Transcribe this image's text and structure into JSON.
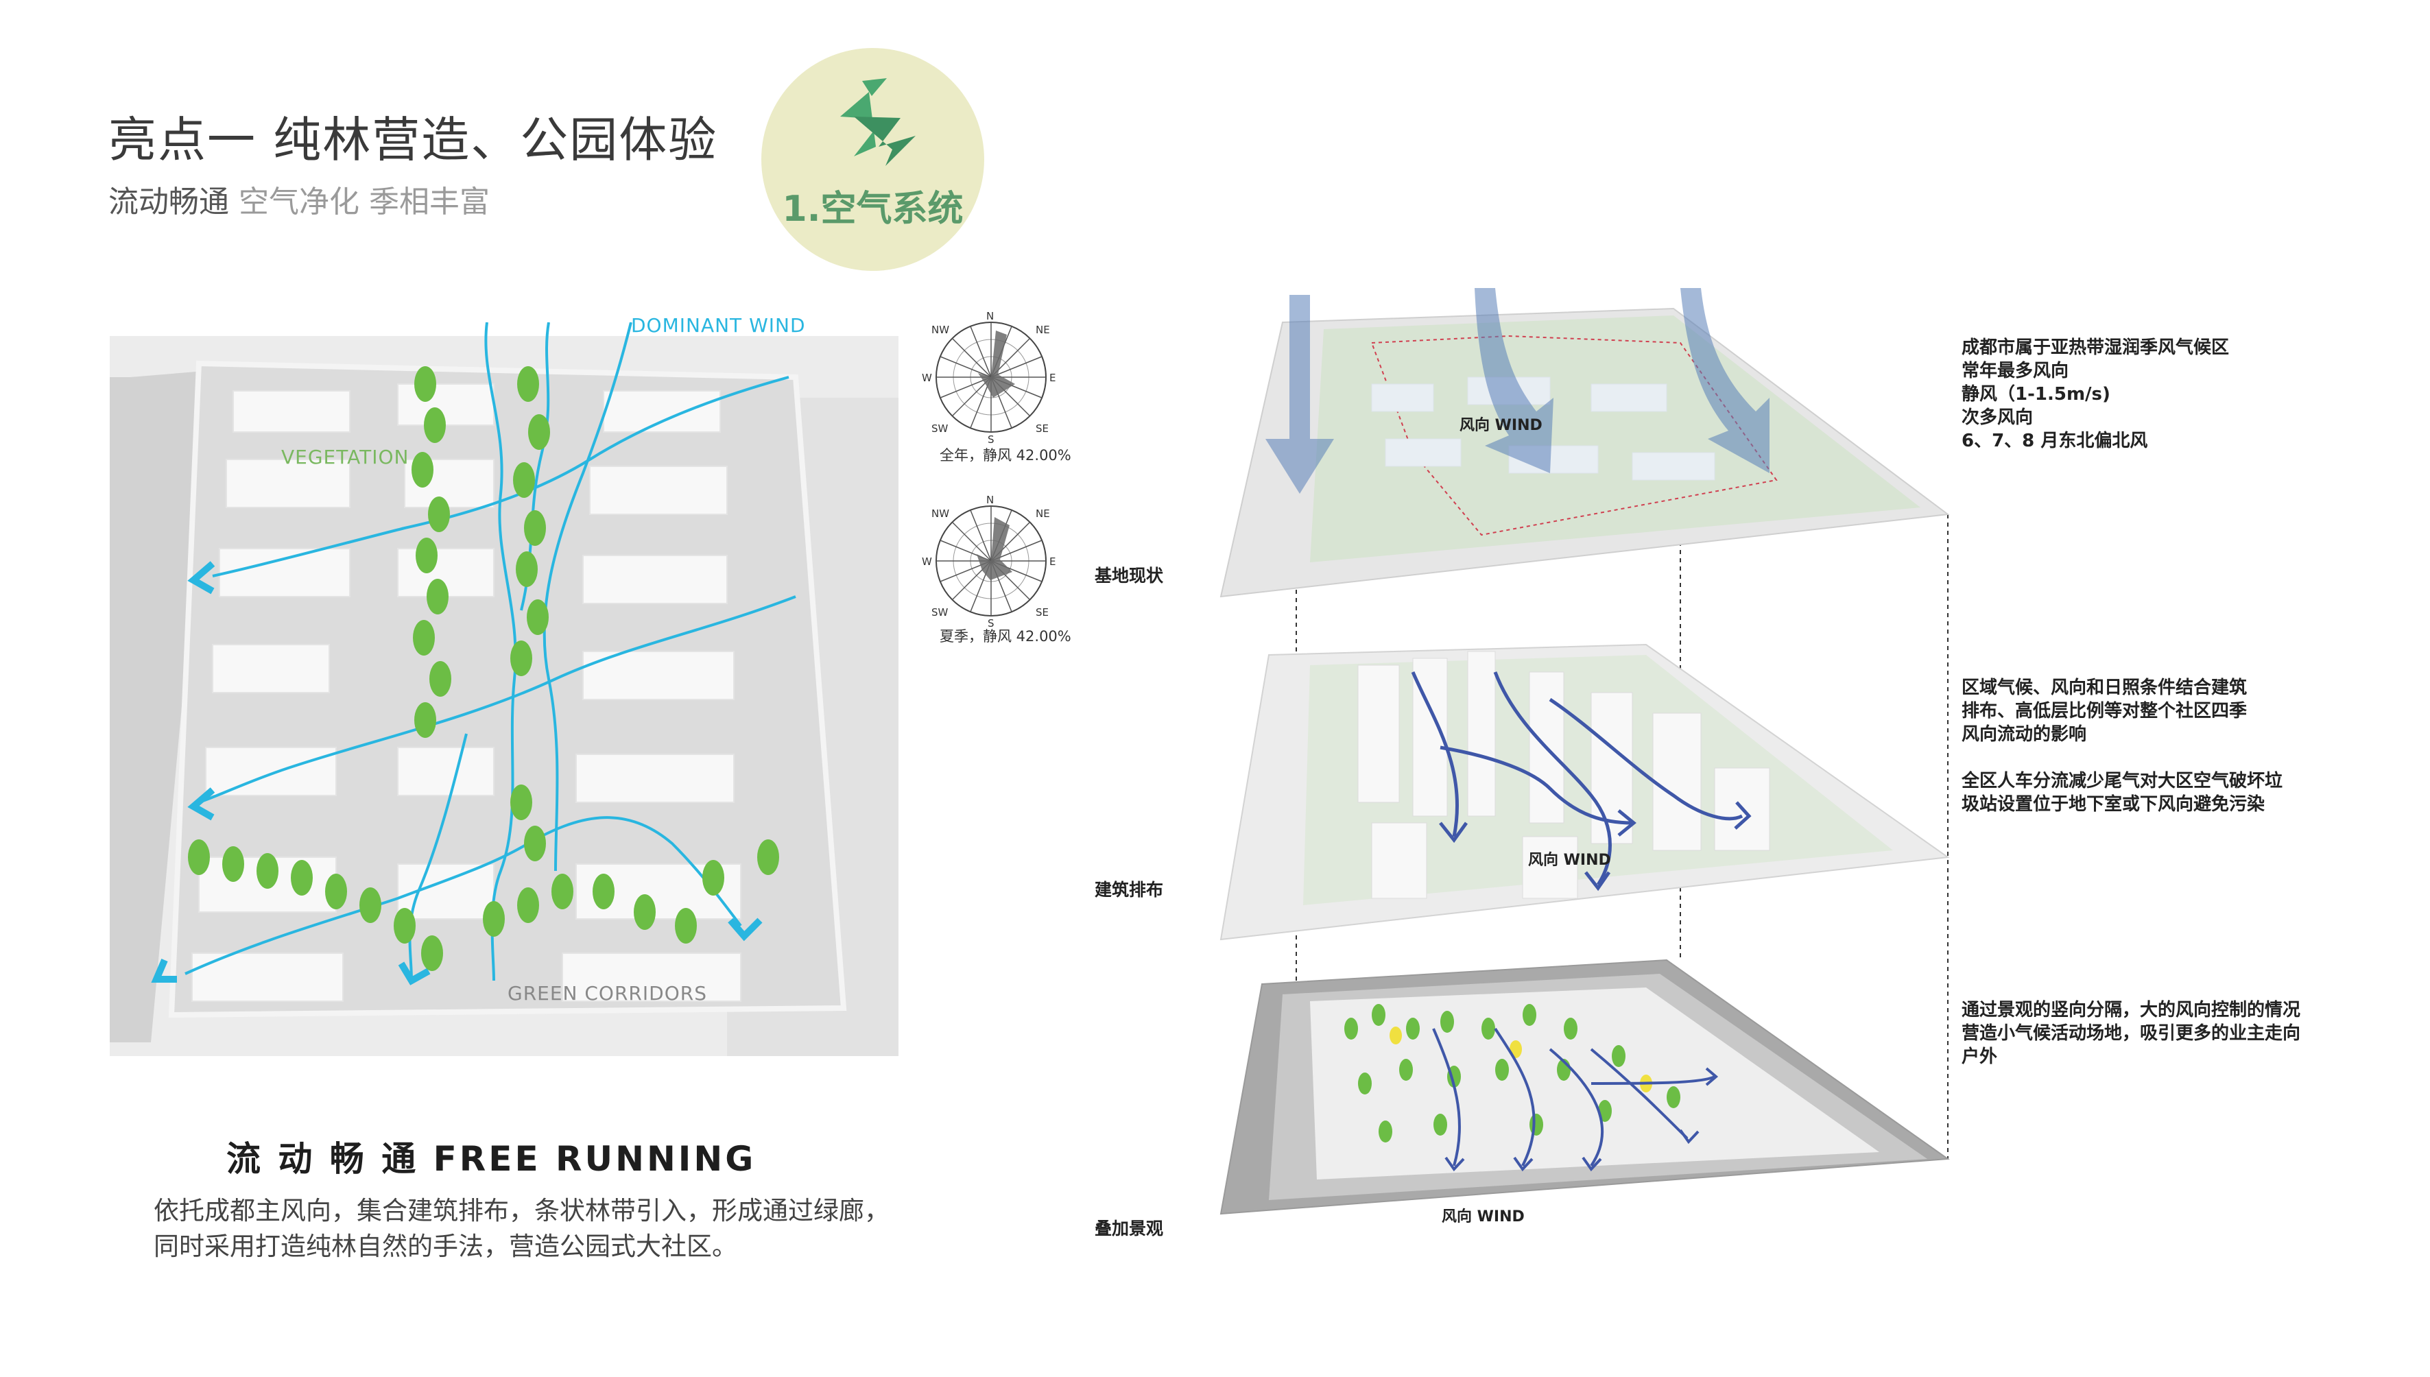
{
  "header": {
    "title": "亮点一  纯林营造、公园体验",
    "subtitle_highlight": "流动畅通",
    "subtitle_rest": " 空气净化 季相丰富"
  },
  "badge": {
    "label": "1.空气系统"
  },
  "site_plan": {
    "labels": {
      "dominant_wind": "DOMINANT WIND",
      "vegetation": "VEGETATION",
      "green_corridors": "GREEN CORRIDORS"
    }
  },
  "wind_roses": [
    {
      "caption": "全年，静风 42.00%",
      "directions": [
        "NW",
        "N",
        "NE",
        "W",
        "E",
        "SW",
        "S",
        "SE"
      ]
    },
    {
      "caption": "夏季，静风 42.00%",
      "directions": [
        "NW",
        "N",
        "NE",
        "W",
        "E",
        "SW",
        "S",
        "SE"
      ]
    }
  ],
  "section": {
    "heading": "流 动 畅 通   FREE RUNNING",
    "body_line1": "依托成都主风向，集合建筑排布，条状林带引入，形成通过绿廊，",
    "body_line2": "同时采用打造纯林自然的手法，营造公园式大社区。"
  },
  "layers": [
    {
      "label": "基地现状",
      "wind_label": "风向 WIND",
      "desc": [
        "成都市属于亚热带湿润季风气候区",
        "常年最多风向",
        "静风（1-1.5m/s)",
        "次多风向",
        "6、7、8 月东北偏北风"
      ]
    },
    {
      "label": "建筑排布",
      "wind_label": "风向 WIND",
      "desc": [
        "区域气候、风向和日照条件结合建筑",
        "排布、高低层比例等对整个社区四季",
        "风向流动的影响",
        "",
        "全区人车分流减少尾气对大区空气破坏垃",
        "圾站设置位于地下室或下风向避免污染"
      ]
    },
    {
      "label": "叠加景观",
      "wind_label": "风向 WIND",
      "desc": [
        "通过景观的竖向分隔，大的风向控制的情况",
        "营造小气候活动场地，吸引更多的业主走向",
        "户外"
      ]
    }
  ],
  "colors": {
    "accent_green": "#5a9a6a",
    "badge_bg": "#ebebc6",
    "wind_cyan": "#29b6e0",
    "wind_blue": "#3f57a8",
    "tree_green": "#6cbd45"
  }
}
